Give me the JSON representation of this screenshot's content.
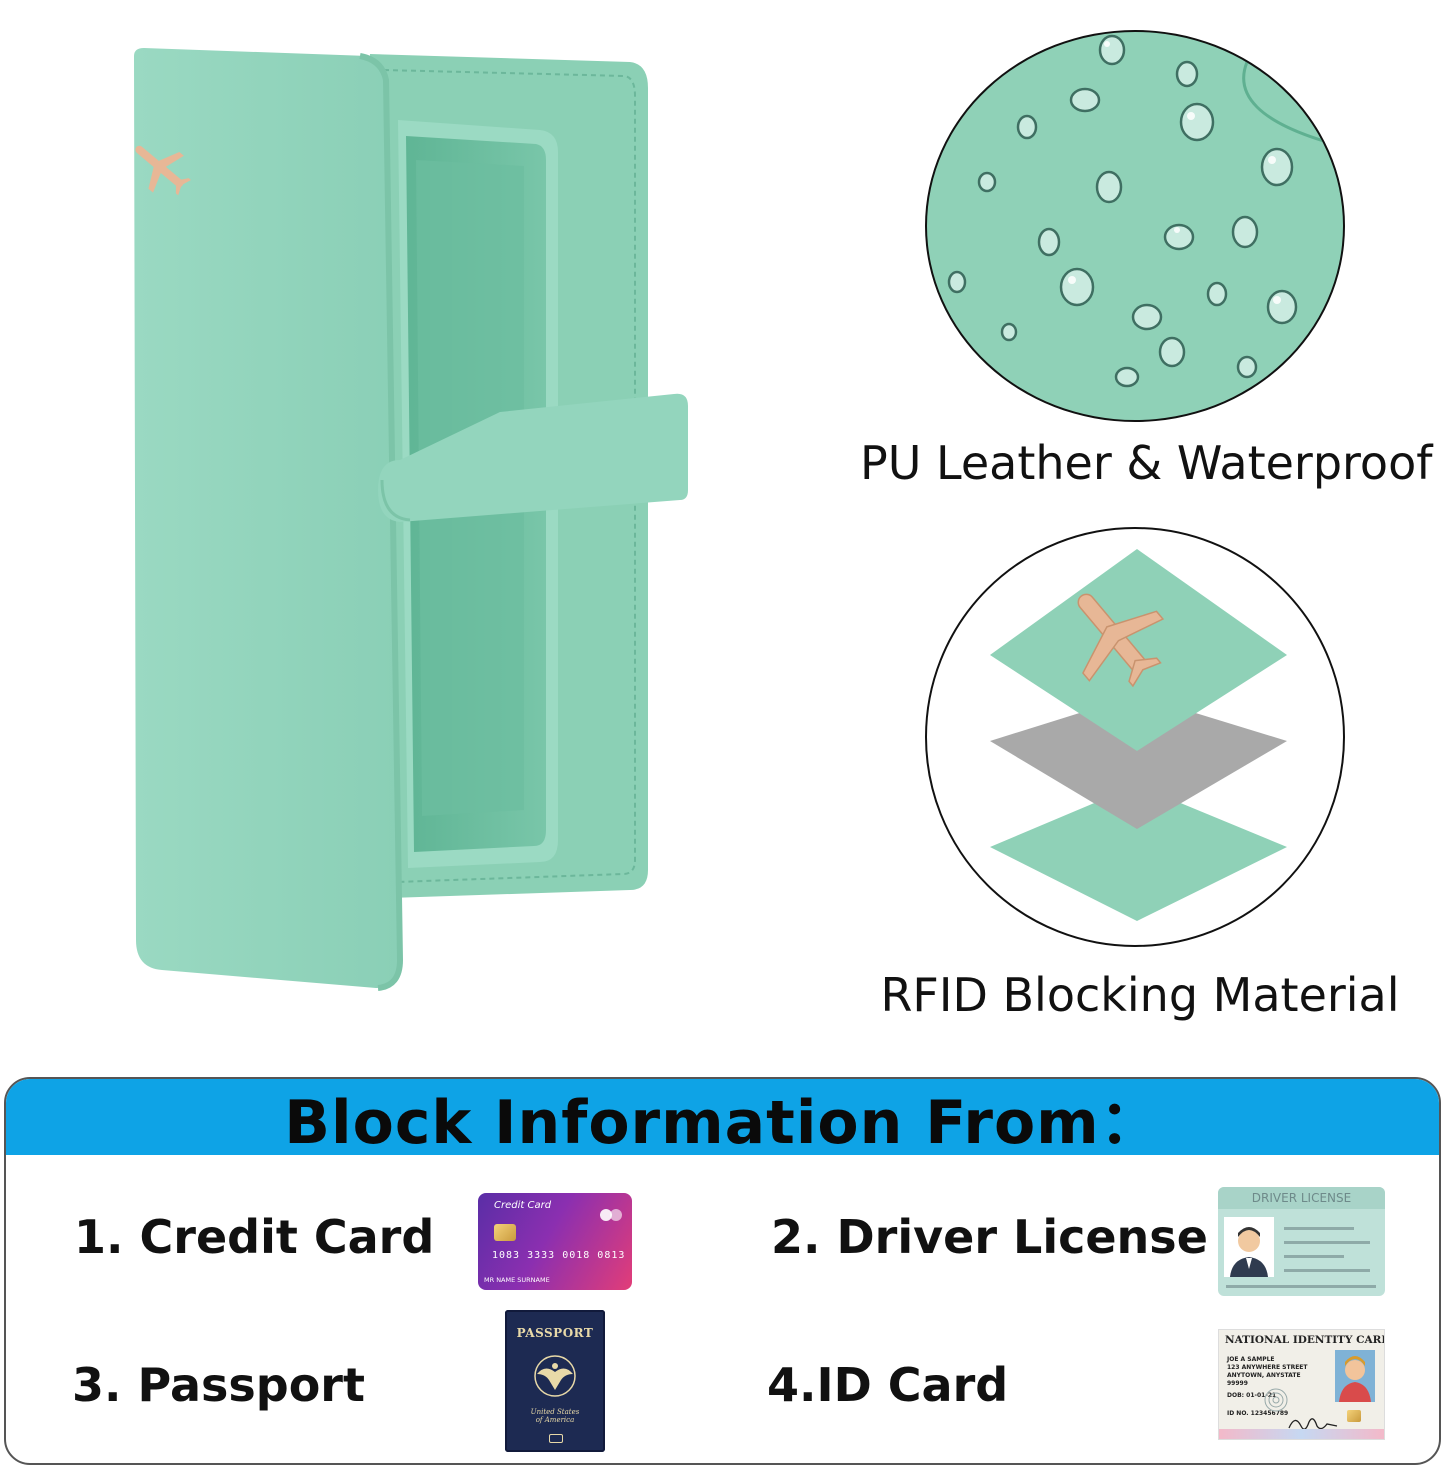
{
  "features": {
    "waterproof_caption": "PU Leather & Waterproof",
    "rfid_caption": "RFID Blocking Material"
  },
  "info_panel": {
    "title": "Block Information From：",
    "header_color": "#0ea3e6",
    "items": [
      {
        "label": "1. Credit Card",
        "icon": "credit-card-icon"
      },
      {
        "label": "2. Driver License",
        "icon": "driver-license-icon"
      },
      {
        "label": "3. Passport",
        "icon": "passport-icon"
      },
      {
        "label": "4.ID Card",
        "icon": "id-card-icon"
      }
    ]
  },
  "credit_card": {
    "title": "Credit Card",
    "number": "1083 3333 0018 0813",
    "holder": "MR  NAME  SURNAME"
  },
  "driver_license": {
    "header": "DRIVER LICENSE"
  },
  "passport": {
    "title": "PASSPORT",
    "subtitle_line1": "United States",
    "subtitle_line2": "of America"
  },
  "national_id": {
    "title": "NATIONAL IDENTITY CARD",
    "name": "JOE A SAMPLE",
    "address1": "123 ANYWHERE STREET",
    "address2": "ANYTOWN, ANYSTATE",
    "zip": "99999",
    "dob": "DOB: 01-01-21",
    "id_no": "ID NO. 123456789"
  },
  "colors": {
    "mint": "#8fd1b7",
    "rose_gold": "#e7b796",
    "rfid_grey": "#a9a9a9"
  }
}
